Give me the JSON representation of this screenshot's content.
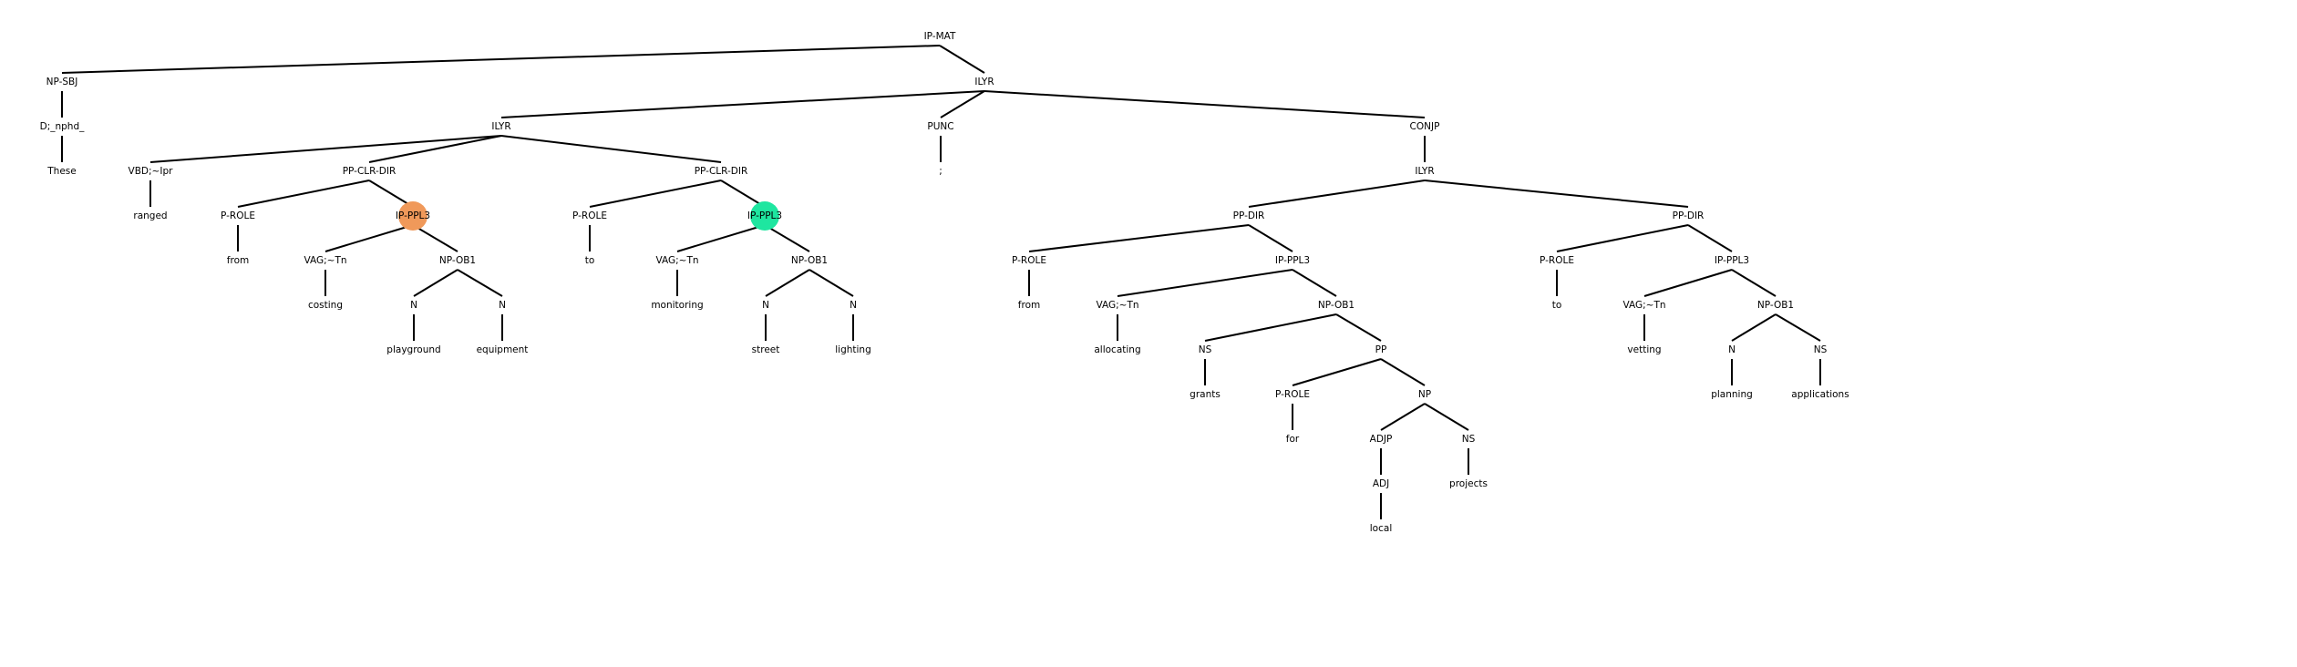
{
  "tree": {
    "highlight_colors": {
      "orange": "#f0995a",
      "green": "#1ee6a0"
    },
    "nodes": [
      {
        "id": "n0",
        "label": "IP-MAT",
        "parent": null
      },
      {
        "id": "n1",
        "label": "NP-SBJ",
        "parent": "n0"
      },
      {
        "id": "n2",
        "label": "D;_nphd_",
        "parent": "n1"
      },
      {
        "id": "n3",
        "label": "These",
        "parent": "n2"
      },
      {
        "id": "n4",
        "label": "ILYR",
        "parent": "n0"
      },
      {
        "id": "n5",
        "label": "ILYR",
        "parent": "n4"
      },
      {
        "id": "n6",
        "label": "VBD;~Ipr",
        "parent": "n5"
      },
      {
        "id": "n7",
        "label": "ranged",
        "parent": "n6"
      },
      {
        "id": "n8",
        "label": "PP-CLR-DIR",
        "parent": "n5"
      },
      {
        "id": "n9",
        "label": "P-ROLE",
        "parent": "n8"
      },
      {
        "id": "n10",
        "label": "from",
        "parent": "n9"
      },
      {
        "id": "n11",
        "label": "IP-PPL3",
        "parent": "n8",
        "highlight": "orange"
      },
      {
        "id": "n12",
        "label": "VAG;~Tn",
        "parent": "n11"
      },
      {
        "id": "n13",
        "label": "costing",
        "parent": "n12"
      },
      {
        "id": "n14",
        "label": "NP-OB1",
        "parent": "n11"
      },
      {
        "id": "n15",
        "label": "N",
        "parent": "n14"
      },
      {
        "id": "n16",
        "label": "playground",
        "parent": "n15"
      },
      {
        "id": "n17",
        "label": "N",
        "parent": "n14"
      },
      {
        "id": "n18",
        "label": "equipment",
        "parent": "n17"
      },
      {
        "id": "n19",
        "label": "PP-CLR-DIR",
        "parent": "n5"
      },
      {
        "id": "n20",
        "label": "P-ROLE",
        "parent": "n19"
      },
      {
        "id": "n21",
        "label": "to",
        "parent": "n20"
      },
      {
        "id": "n22",
        "label": "IP-PPL3",
        "parent": "n19",
        "highlight": "green"
      },
      {
        "id": "n23",
        "label": "VAG;~Tn",
        "parent": "n22"
      },
      {
        "id": "n24",
        "label": "monitoring",
        "parent": "n23"
      },
      {
        "id": "n25",
        "label": "NP-OB1",
        "parent": "n22"
      },
      {
        "id": "n26",
        "label": "N",
        "parent": "n25"
      },
      {
        "id": "n27",
        "label": "street",
        "parent": "n26"
      },
      {
        "id": "n28",
        "label": "N",
        "parent": "n25"
      },
      {
        "id": "n29",
        "label": "lighting",
        "parent": "n28"
      },
      {
        "id": "n30",
        "label": "PUNC",
        "parent": "n4"
      },
      {
        "id": "n31",
        "label": ";",
        "parent": "n30"
      },
      {
        "id": "n32",
        "label": "CONJP",
        "parent": "n4"
      },
      {
        "id": "n33",
        "label": "ILYR",
        "parent": "n32"
      },
      {
        "id": "n34",
        "label": "PP-DIR",
        "parent": "n33"
      },
      {
        "id": "n35",
        "label": "P-ROLE",
        "parent": "n34"
      },
      {
        "id": "n36",
        "label": "from",
        "parent": "n35"
      },
      {
        "id": "n37",
        "label": "IP-PPL3",
        "parent": "n34"
      },
      {
        "id": "n38",
        "label": "VAG;~Tn",
        "parent": "n37"
      },
      {
        "id": "n39",
        "label": "allocating",
        "parent": "n38"
      },
      {
        "id": "n40",
        "label": "NP-OB1",
        "parent": "n37"
      },
      {
        "id": "n41",
        "label": "NS",
        "parent": "n40"
      },
      {
        "id": "n42",
        "label": "grants",
        "parent": "n41"
      },
      {
        "id": "n43",
        "label": "PP",
        "parent": "n40"
      },
      {
        "id": "n44",
        "label": "P-ROLE",
        "parent": "n43"
      },
      {
        "id": "n45",
        "label": "for",
        "parent": "n44"
      },
      {
        "id": "n46",
        "label": "NP",
        "parent": "n43"
      },
      {
        "id": "n47",
        "label": "ADJP",
        "parent": "n46"
      },
      {
        "id": "n48",
        "label": "ADJ",
        "parent": "n47"
      },
      {
        "id": "n49",
        "label": "local",
        "parent": "n48"
      },
      {
        "id": "n50",
        "label": "NS",
        "parent": "n46"
      },
      {
        "id": "n51",
        "label": "projects",
        "parent": "n50"
      },
      {
        "id": "n52",
        "label": "PP-DIR",
        "parent": "n33"
      },
      {
        "id": "n53",
        "label": "P-ROLE",
        "parent": "n52"
      },
      {
        "id": "n54",
        "label": "to",
        "parent": "n53"
      },
      {
        "id": "n55",
        "label": "IP-PPL3",
        "parent": "n52"
      },
      {
        "id": "n56",
        "label": "VAG;~Tn",
        "parent": "n55"
      },
      {
        "id": "n57",
        "label": "vetting",
        "parent": "n56"
      },
      {
        "id": "n58",
        "label": "NP-OB1",
        "parent": "n55"
      },
      {
        "id": "n59",
        "label": "N",
        "parent": "n58"
      },
      {
        "id": "n60",
        "label": "planning",
        "parent": "n59"
      },
      {
        "id": "n61",
        "label": "NS",
        "parent": "n58"
      },
      {
        "id": "n62",
        "label": "applications",
        "parent": "n61"
      }
    ]
  }
}
